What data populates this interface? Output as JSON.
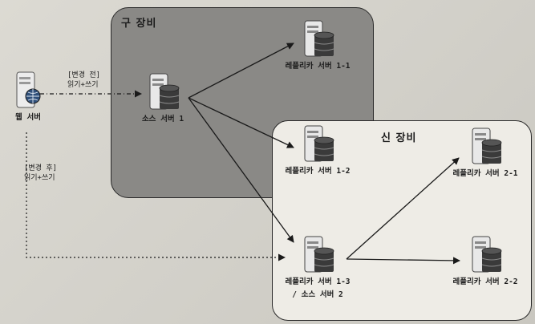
{
  "zones": {
    "old": {
      "label": "구 장비"
    },
    "new": {
      "label": "신 장비"
    }
  },
  "nodes": {
    "web": {
      "label": "웹 서버",
      "icon": "web-server-icon"
    },
    "source1": {
      "label": "소스 서버 1",
      "icon": "db-server-icon"
    },
    "replica11": {
      "label": "레플리카 서버 1-1",
      "icon": "db-server-icon"
    },
    "replica12": {
      "label": "레플리카 서버 1-2",
      "icon": "db-server-icon"
    },
    "replica13": {
      "label": "레플리카 서버 1-3",
      "label2": "/ 소스 서버 2",
      "icon": "db-server-icon"
    },
    "replica21": {
      "label": "레플리카 서버 2-1",
      "icon": "db-server-icon"
    },
    "replica22": {
      "label": "레플리카 서버 2-2",
      "icon": "db-server-icon"
    }
  },
  "annotations": {
    "before": {
      "tag": "[변경 전]",
      "text": "읽기+쓰기"
    },
    "after": {
      "tag": "[변경 후]",
      "text": "읽기+쓰기"
    }
  },
  "colors": {
    "old_zone": "#8a8986",
    "new_zone": "#eeece6",
    "line": "#1a1a1a"
  }
}
